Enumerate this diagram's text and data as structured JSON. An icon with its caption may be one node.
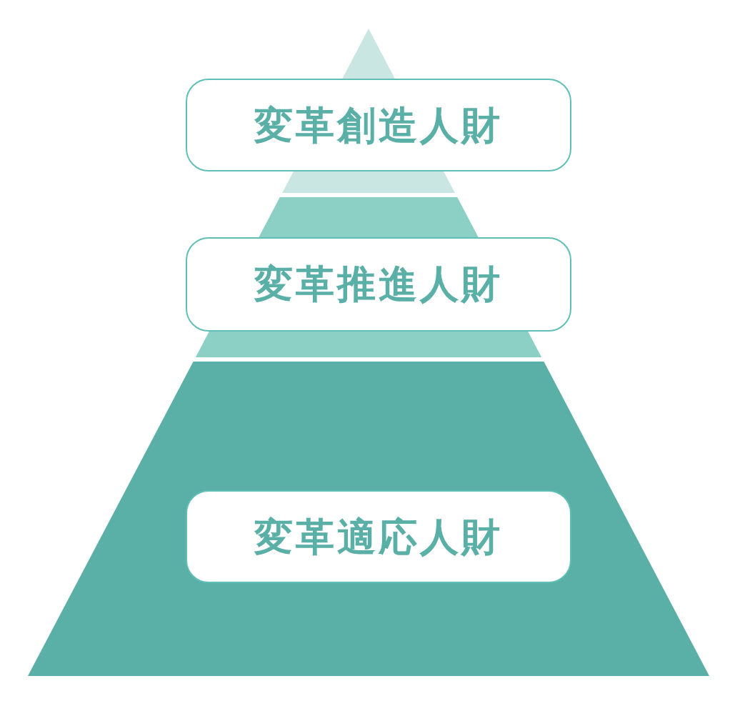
{
  "diagram": {
    "nodes": [
      {
        "text": [
          "変革創造人財"
        ]
      },
      {
        "text": [
          "変革推進人財"
        ]
      },
      {
        "text": [
          "変革適応人財"
        ]
      }
    ]
  }
}
